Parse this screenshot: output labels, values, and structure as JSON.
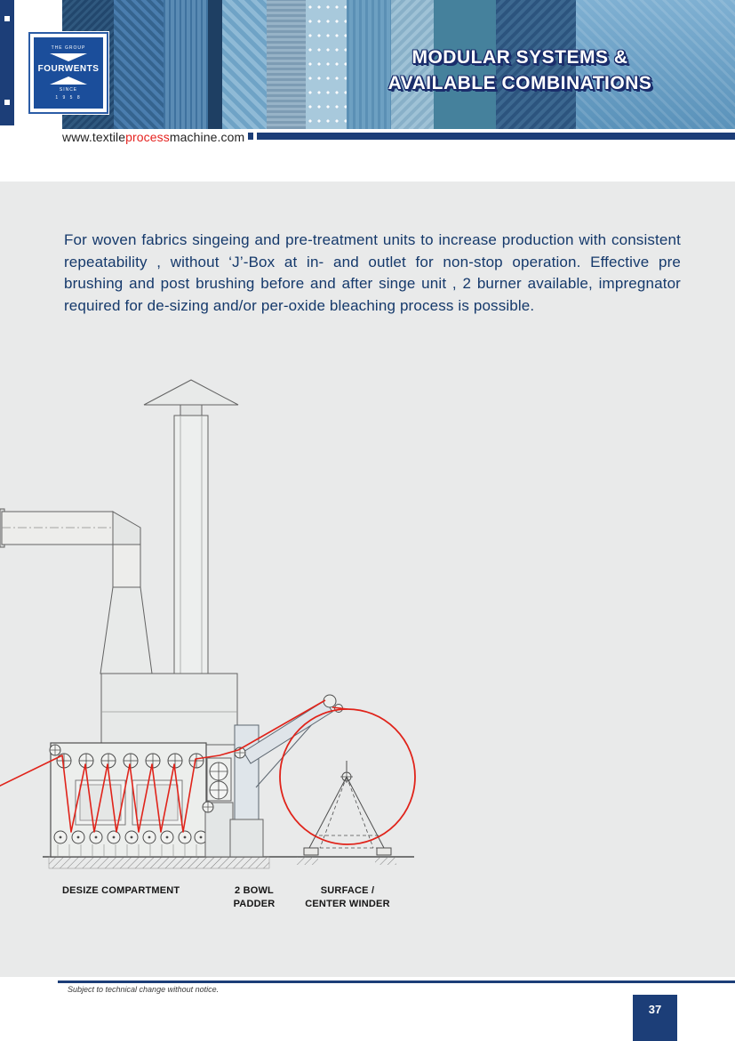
{
  "header": {
    "logo": {
      "group": "THE GROUP",
      "name": "FOURWENTS",
      "since": "SINCE",
      "year": "1 9 5 8"
    },
    "title_line1": "MODULAR SYSTEMS &",
    "title_line2": "AVAILABLE COMBINATIONS",
    "website_prefix": "www.textile",
    "website_highlight": "process",
    "website_suffix": "machine.com"
  },
  "intro_paragraph": "For woven fabrics singeing and pre-treatment units  to increase production with consistent repeatability ,  without  ‘J’-Box at in- and outlet for non-stop operation. Effective pre brushing and post brushing before and after singe unit , 2  burner available, impregnator  required for de-sizing and/or per-oxide bleaching process is possible.",
  "diagram_labels": {
    "compartment": "DESIZE COMPARTMENT",
    "padder_line1": "2 BOWL",
    "padder_line2": "PADDER",
    "winder_line1": "SURFACE /",
    "winder_line2": "CENTER WINDER"
  },
  "footer": {
    "note": "Subject to technical change without notice.",
    "page_number": "37"
  },
  "colors": {
    "navy": "#1c3e78",
    "red": "#e0231a",
    "panel_gray": "#e9eaea",
    "text_navy": "#15396b"
  }
}
